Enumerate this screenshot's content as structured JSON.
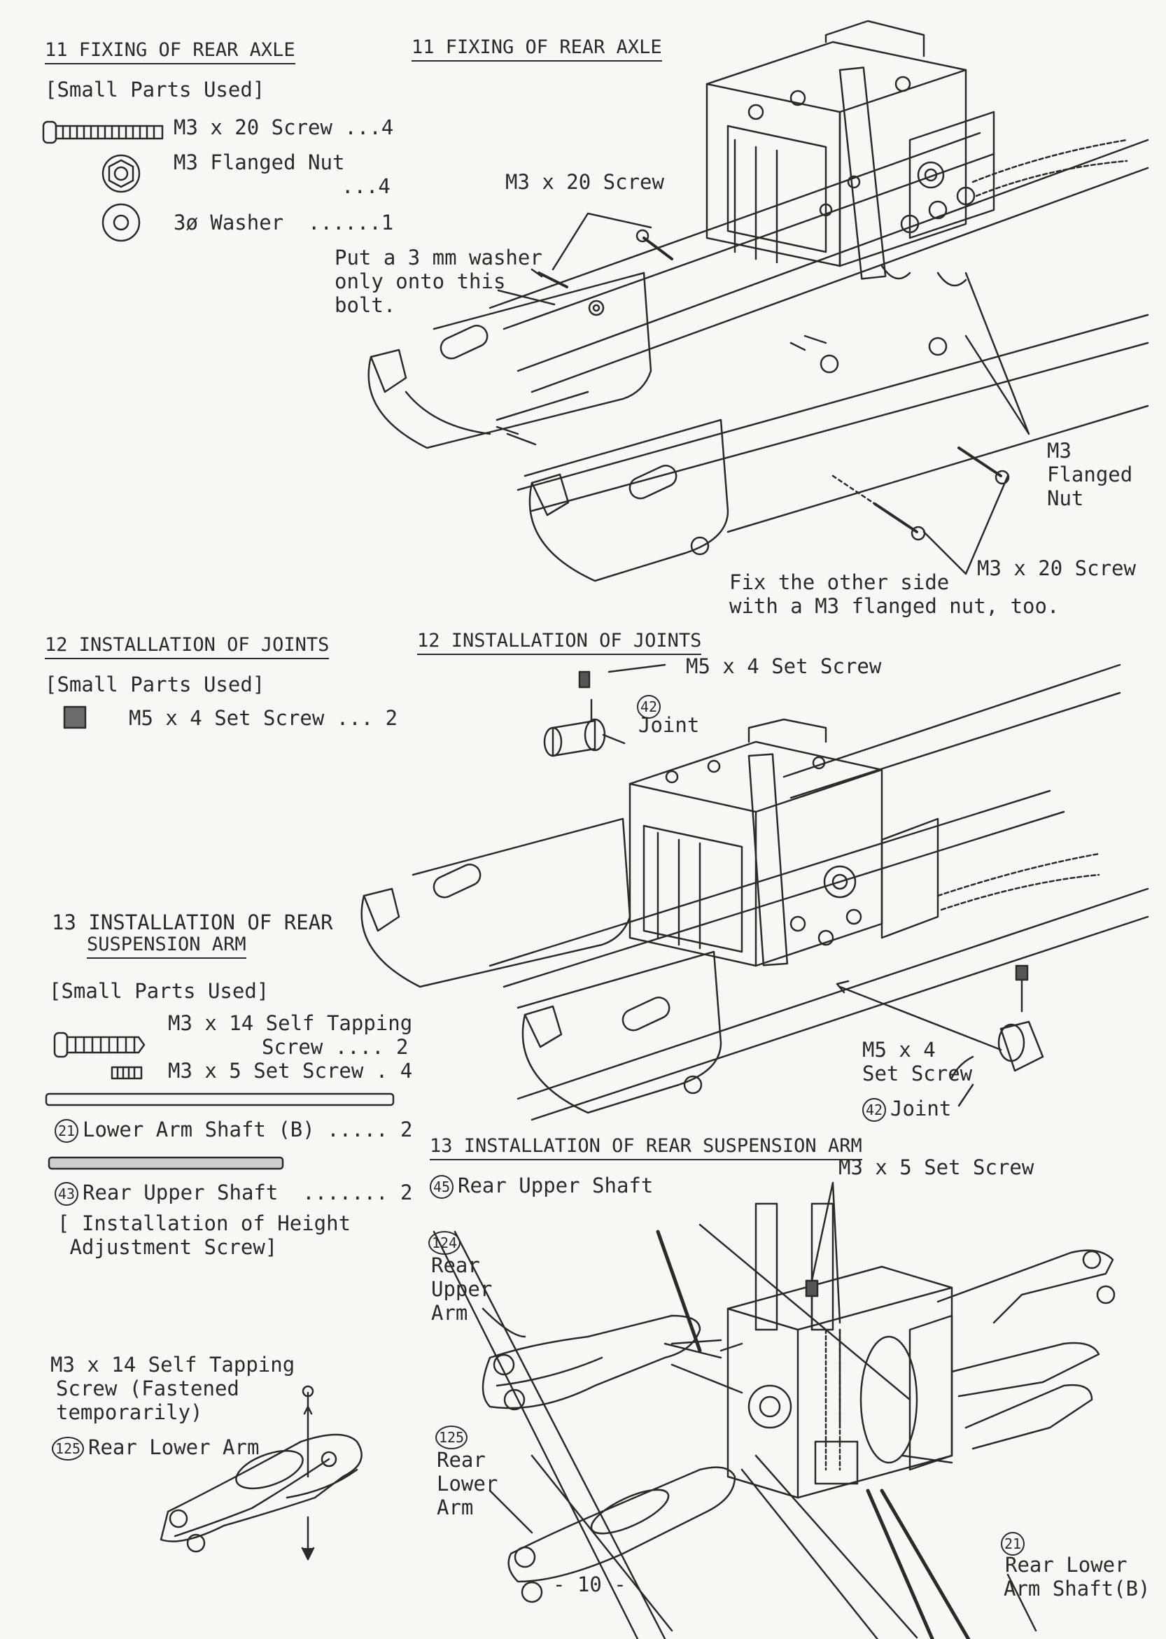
{
  "left": {
    "s11": {
      "heading": "11 FIXING OF REAR AXLE",
      "parts_title": "[Small Parts Used]",
      "screw": "M3 x 20 Screw ...4",
      "nut_a": "M3 Flanged Nut",
      "nut_b": "...4",
      "washer": "3ø Washer  ......1"
    },
    "s12": {
      "heading": "12 INSTALLATION OF JOINTS",
      "parts_title": "[Small Parts Used]",
      "setscrew": "M5 x 4 Set Screw ... 2"
    },
    "s13": {
      "heading_a": "13 INSTALLATION OF REAR",
      "heading_b": "SUSPENSION ARM",
      "parts_title": "[Small Parts Used]",
      "tap_a": "M3 x 14 Self Tapping",
      "tap_b": "Screw .... 2",
      "setscrew": "M3 x 5 Set Screw . 4",
      "shaft_b_num": "21",
      "shaft_b": "Lower Arm Shaft (B) ..... 2",
      "upper_num": "43",
      "upper_shaft": "Rear Upper Shaft  ....... 2",
      "height_a": "[ Installation of Height",
      "height_b": " Adjustment Screw]",
      "note_a": "M3 x 14 Self Tapping",
      "note_b": "Screw (Fastened",
      "note_c": "temporarily)",
      "lower_num": "125",
      "lower_arm": "Rear Lower Arm"
    }
  },
  "diagrams": {
    "d11": {
      "heading": "11 FIXING OF REAR AXLE",
      "screw_top": "M3 x 20 Screw",
      "washer_a": "Put a 3 mm washer",
      "washer_b": "only onto this",
      "washer_c": "bolt.",
      "nut_a": "M3",
      "nut_b": "Flanged",
      "nut_c": "Nut",
      "screw_bottom": "M3 x 20 Screw",
      "fix_a": "Fix the other side",
      "fix_b": "with a M3 flanged nut, too."
    },
    "d12": {
      "heading": "12 INSTALLATION OF JOINTS",
      "setscrew_top": "M5 x 4 Set Screw",
      "joint_num": "42",
      "joint_top": "Joint",
      "setscrew_a": "M5 x 4",
      "setscrew_b": "Set Screw",
      "joint_num_b": "42",
      "joint_bottom": "Joint"
    },
    "d13": {
      "heading": "13 INSTALLATION OF REAR SUSPENSION ARM",
      "setscrew": "M3 x 5 Set Screw",
      "upper_shaft_num": "45",
      "upper_shaft": "Rear Upper Shaft",
      "upper_num": "124",
      "upper_a": "Rear",
      "upper_b": "Upper",
      "upper_c": "Arm",
      "lower_num": "125",
      "lower_a": "Rear",
      "lower_b": "Lower",
      "lower_c": "Arm",
      "shaft_num": "21",
      "shaft_a": "Rear Lower",
      "shaft_b": "Arm Shaft(B)"
    }
  },
  "page_number": "- 10 -"
}
